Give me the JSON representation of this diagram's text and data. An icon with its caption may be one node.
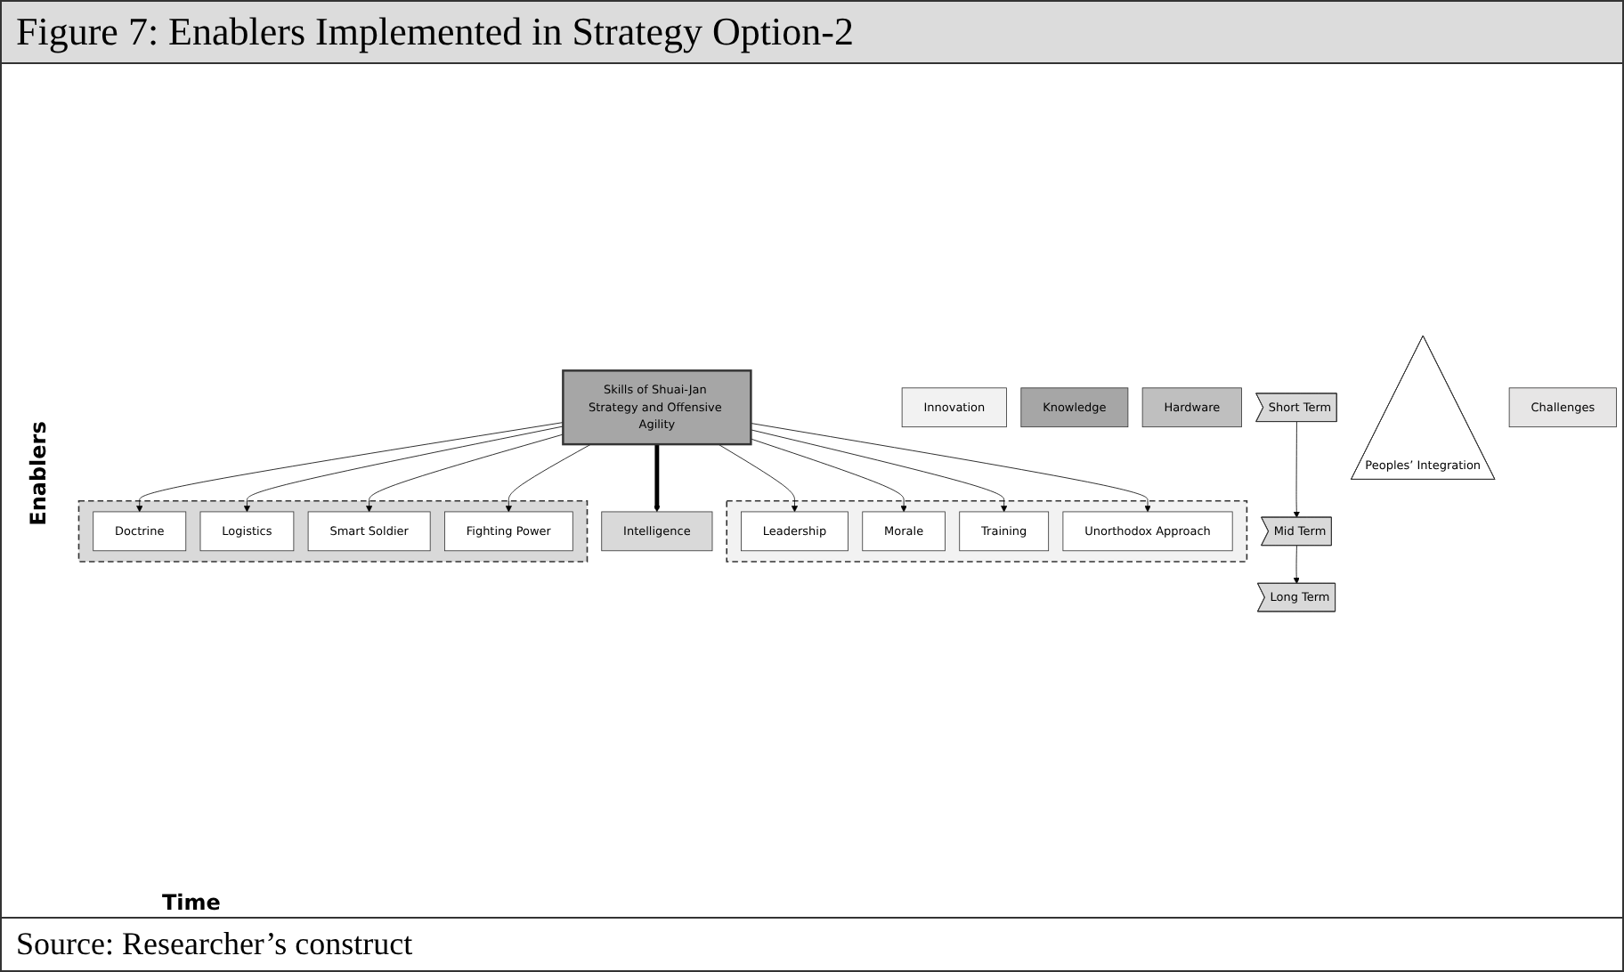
{
  "diagram": {
    "title": "Figure 7: Enablers Implemented in Strategy Option-2",
    "caption": "Source:  Researcher’s construct",
    "nodes": [
      {
        "text": [
          "Short Term"
        ]
      },
      {
        "text": [
          "Mid Term"
        ]
      },
      {
        "text": [
          "Long Term"
        ]
      },
      {
        "text": [
          "Innovation"
        ]
      },
      {
        "text": [
          "Knowledge"
        ]
      },
      {
        "text": [
          "Hardware"
        ]
      },
      {
        "text": [
          "Intelligence"
        ]
      },
      {
        "text": [],
        "shape": "box"
      },
      {
        "text": [
          "Leadership"
        ],
        "in": 7
      },
      {
        "text": [
          "Morale"
        ],
        "in": 7
      },
      {
        "text": [
          "Training"
        ],
        "in": 7
      },
      {
        "text": [
          "Unorthodox Approach"
        ],
        "in": 7
      },
      {
        "text": [
          "Skills of Shuai-Jan Strategy and Offensive Agility"
        ]
      },
      {
        "text": [],
        "shape": "box"
      },
      {
        "text": [
          "Doctrine"
        ],
        "in": 13
      },
      {
        "text": [
          "Logistics"
        ],
        "in": 13
      },
      {
        "text": [
          "Smart Soldier"
        ],
        "in": 13
      },
      {
        "text": [
          "Fighting Power"
        ],
        "in": 13
      },
      {
        "text": [
          "Peoples’ Integration"
        ]
      },
      {
        "text": [
          "Challenges"
        ]
      }
    ],
    "edges": [
      {
        "from": 0,
        "to": 1,
        "arrow": "to"
      },
      {
        "from": 1,
        "to": 2,
        "arrow": "to"
      },
      {
        "from": 12,
        "to": 6,
        "arrow": "to",
        "style": "thick"
      },
      {
        "from": 12,
        "to": 8,
        "arrow": "to"
      },
      {
        "from": 12,
        "to": 9,
        "arrow": "to"
      },
      {
        "from": 12,
        "to": 10,
        "arrow": "to"
      },
      {
        "from": 12,
        "to": 11,
        "arrow": "to"
      },
      {
        "from": 12,
        "to": 14,
        "arrow": "to"
      },
      {
        "from": 12,
        "to": 15,
        "arrow": "to"
      },
      {
        "from": 12,
        "to": 16,
        "arrow": "to"
      },
      {
        "from": 12,
        "to": 17,
        "arrow": "to"
      }
    ],
    "labels": [
      "Enablers",
      "Time"
    ]
  }
}
